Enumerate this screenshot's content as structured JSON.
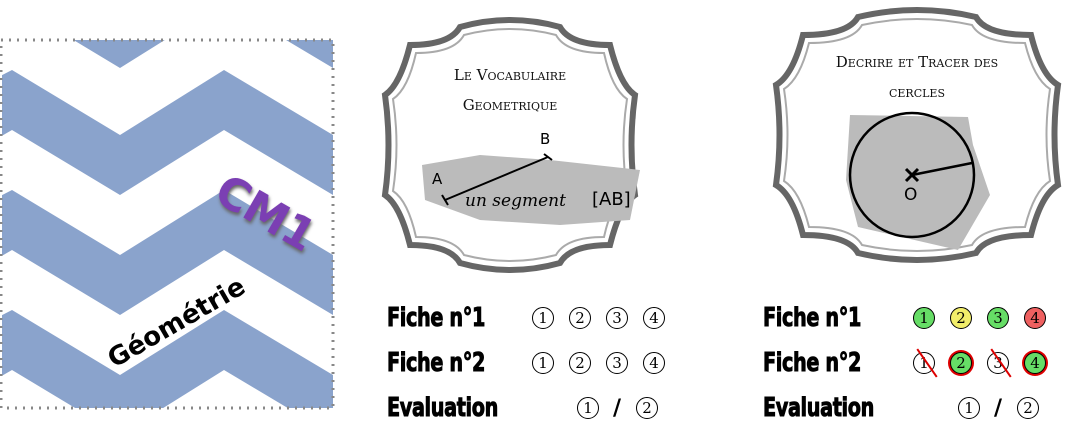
{
  "cover": {
    "level": "CM1",
    "subject": "Géométrie",
    "chevron_color": "#8aa3cc",
    "level_color": "#7b3fb3"
  },
  "cards": [
    {
      "title_lines": [
        "Le Vocabulaire",
        "Geometrique"
      ],
      "labels": {
        "a": "A",
        "b": "B",
        "caption": "un segment",
        "notation": "[AB]"
      },
      "rows": [
        {
          "label": "Fiche n°1",
          "items": [
            "①",
            "②",
            "③",
            "④"
          ]
        },
        {
          "label": "Fiche n°2",
          "items": [
            "①",
            "②",
            "③",
            "④"
          ]
        },
        {
          "label": "Evaluation",
          "items": [
            "①",
            "/",
            "②"
          ]
        }
      ]
    },
    {
      "title_lines": [
        "Decrire et Tracer des",
        "cercles"
      ],
      "labels": {
        "center": "O"
      },
      "rows": [
        {
          "label": "Fiche n°1",
          "items": [
            {
              "n": "1",
              "color": "#66dd66"
            },
            {
              "n": "2",
              "color": "#f2ee6a"
            },
            {
              "n": "3",
              "color": "#66dd66"
            },
            {
              "n": "4",
              "color": "#ee6060"
            }
          ]
        },
        {
          "label": "Fiche n°2",
          "items": [
            {
              "n": "1",
              "status": "crossed"
            },
            {
              "n": "2",
              "color": "#66dd66",
              "status": "circled"
            },
            {
              "n": "3",
              "status": "crossed"
            },
            {
              "n": "4",
              "color": "#66dd66",
              "status": "circled"
            }
          ]
        },
        {
          "label": "Evaluation",
          "items": [
            "①",
            "/",
            "②"
          ]
        }
      ]
    }
  ]
}
